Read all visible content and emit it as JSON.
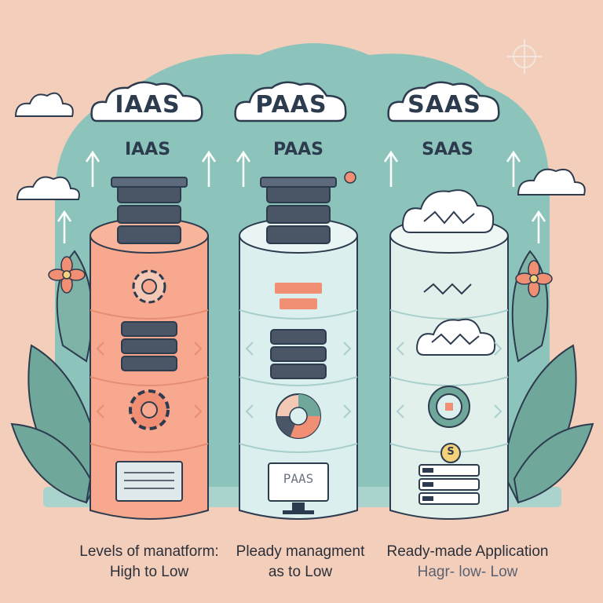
{
  "columns": [
    {
      "name": "IAAS",
      "subtitle": "IAAS",
      "color": "#f8a88e",
      "caption_line1": "Levels of manatform:",
      "caption_line2": "High to Low"
    },
    {
      "name": "PAAS",
      "subtitle": "PAAS",
      "color": "#dcefef",
      "screen_text": "PAAS",
      "caption_line1": "Pleady managment",
      "caption_line2": "as to Low"
    },
    {
      "name": "SAAS",
      "subtitle": "SAAS",
      "color": "#e2f0ec",
      "coin_symbol": "S",
      "caption_line1": "Ready-made Application",
      "caption_line2": "Hagr- low- Low"
    }
  ],
  "colors": {
    "background": "#f3cfbb",
    "backdrop": "#8cc4bc",
    "ink": "#2d3b4e",
    "server": "#4a5566",
    "leaf": "#6fa79b"
  },
  "icons": [
    "cloud-icon",
    "arrow-up-icon",
    "server-icon",
    "gear-icon",
    "flower-icon",
    "leaf-icon",
    "monitor-icon",
    "pie-chart-icon",
    "coin-icon",
    "target-icon"
  ]
}
